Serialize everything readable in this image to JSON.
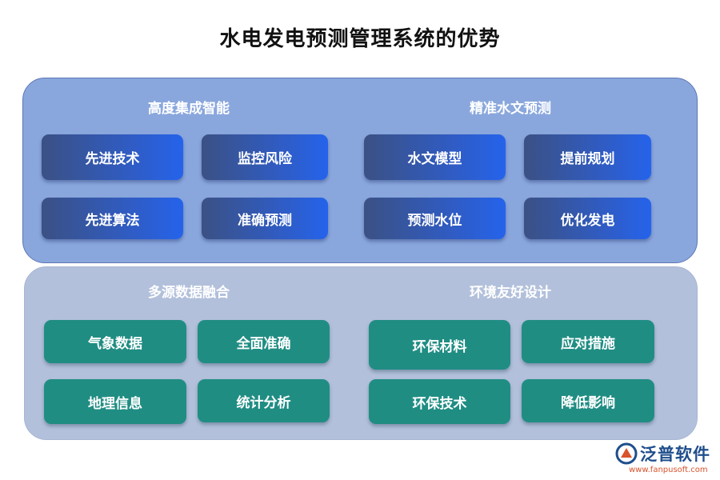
{
  "title": "水电发电预测管理系统的优势",
  "sections": [
    {
      "title": "高度集成智能",
      "items": [
        "先进技术",
        "监控风险",
        "先进算法",
        "准确预测"
      ]
    },
    {
      "title": "精准水文预测",
      "items": [
        "水文模型",
        "提前规划",
        "预测水位",
        "优化发电"
      ]
    },
    {
      "title": "多源数据融合",
      "items": [
        "气象数据",
        "全面准确",
        "地理信息",
        "统计分析"
      ]
    },
    {
      "title": "环境友好设计",
      "items": [
        "环保材料",
        "应对措施",
        "环保技术",
        "降低影响"
      ]
    }
  ],
  "logo": {
    "name": "泛普软件",
    "url": "www.fanpusoft.com"
  },
  "colors": {
    "top_panel": "#8aa7dd",
    "bottom_panel": "#b2c0db",
    "blue_button": "#2f5cc6",
    "teal_button": "#208d83"
  }
}
